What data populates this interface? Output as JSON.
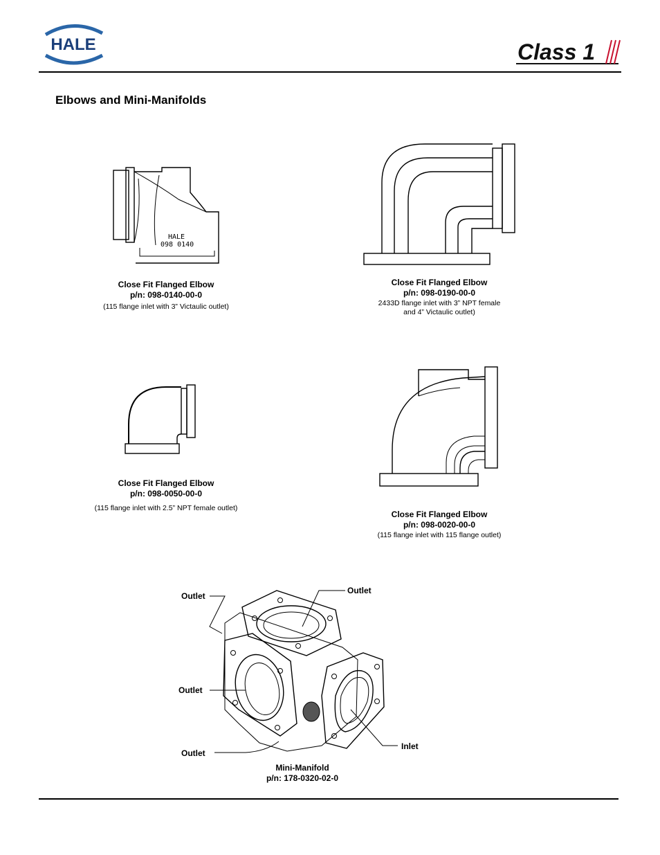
{
  "header": {
    "left_logo_text": "HALE",
    "right_logo_text": "Class 1"
  },
  "page_title": "Elbows and Mini-Manifolds",
  "items": [
    {
      "name": "Close Fit Flanged Elbow",
      "pn": "p/n: 098-0140-00-0",
      "desc1": "(115 flange inlet with 3” Victaulic outlet)",
      "desc2": "",
      "marking1": "HALE",
      "marking2": "098 0140"
    },
    {
      "name": "Close Fit Flanged Elbow",
      "pn": "p/n: 098-0190-00-0",
      "desc1": "2433D flange inlet with 3” NPT female",
      "desc2": "and 4”  Victaulic outlet)"
    },
    {
      "name": "Close Fit Flanged Elbow",
      "pn": "p/n: 098-0050-00-0",
      "desc1": "(115 flange inlet with 2.5” NPT female outlet)",
      "desc2": ""
    },
    {
      "name": "Close Fit Flanged Elbow",
      "pn": "p/n: 098-0020-00-0",
      "desc1": "(115 flange inlet with 115 flange outlet)",
      "desc2": ""
    }
  ],
  "manifold": {
    "name": "Mini-Manifold",
    "pn": "p/n: 178-0320-02-0",
    "labels": {
      "outlet_top_left": "Outlet",
      "outlet_top_right": "Outlet",
      "outlet_mid_left": "Outlet",
      "outlet_bottom_left": "Outlet",
      "inlet": "Inlet"
    }
  }
}
